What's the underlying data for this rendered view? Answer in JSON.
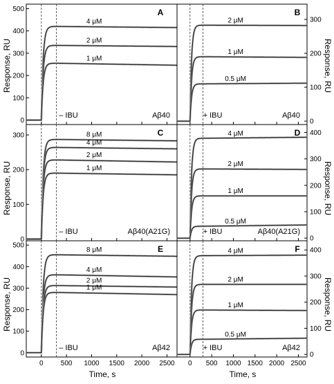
{
  "figure": {
    "xlabel": "Time, s",
    "left_ylabel": "Response, RU",
    "right_ylabel": "Response, RU"
  },
  "chart_data": [
    {
      "type": "line",
      "panel": "A",
      "ylabel": "Response, RU",
      "xlabel": "",
      "xlim": [
        -300,
        2700
      ],
      "ylim": [
        -20,
        520
      ],
      "xticks": [
        0,
        500,
        1000,
        1500,
        2000,
        2500
      ],
      "yticks": [
        0,
        100,
        200,
        300,
        400,
        500
      ],
      "condition": "– IBU",
      "peptide": "Aβ40",
      "series": [
        {
          "name": "4 μM",
          "plateau": 420,
          "end": 415
        },
        {
          "name": "2 μM",
          "plateau": 335,
          "end": 330
        },
        {
          "name": "1 μM",
          "plateau": 255,
          "end": 246
        }
      ]
    },
    {
      "type": "line",
      "panel": "B",
      "ylabel": "Response, RU",
      "xlabel": "",
      "xlim": [
        -300,
        2700
      ],
      "ylim": [
        -10,
        345
      ],
      "xticks": [
        0,
        500,
        1000,
        1500,
        2000,
        2500
      ],
      "yticks": [
        0,
        100,
        200,
        300
      ],
      "condition": "+ IBU",
      "peptide": "Aβ40",
      "series": [
        {
          "name": "2 μM",
          "plateau": 283,
          "end": 282
        },
        {
          "name": "1 μM",
          "plateau": 190,
          "end": 188
        },
        {
          "name": "0.5 μM",
          "plateau": 110,
          "end": 112
        }
      ]
    },
    {
      "type": "line",
      "panel": "C",
      "ylabel": "Response, RU",
      "xlabel": "",
      "xlim": [
        -300,
        2700
      ],
      "ylim": [
        -5,
        330
      ],
      "xticks": [
        0,
        500,
        1000,
        1500,
        2000,
        2500
      ],
      "yticks": [
        0,
        100,
        200,
        300
      ],
      "condition": "– IBU",
      "peptide": "Aβ40(A21G)",
      "series": [
        {
          "name": "8 μM",
          "plateau": 287,
          "end": 283
        },
        {
          "name": "4 μM",
          "plateau": 264,
          "end": 260
        },
        {
          "name": "2 μM",
          "plateau": 228,
          "end": 222
        },
        {
          "name": "1 μM",
          "plateau": 190,
          "end": 185
        }
      ]
    },
    {
      "type": "line",
      "panel": "D",
      "ylabel": "Response, RU",
      "xlabel": "",
      "xlim": [
        -300,
        2700
      ],
      "ylim": [
        -10,
        430
      ],
      "xticks": [
        0,
        500,
        1000,
        1500,
        2000,
        2500
      ],
      "yticks": [
        0,
        100,
        200,
        300,
        400
      ],
      "condition": "+ IBU",
      "peptide": "Aβ40(A21G)",
      "series": [
        {
          "name": "4 μM",
          "plateau": 378,
          "end": 382
        },
        {
          "name": "2 μM",
          "plateau": 262,
          "end": 260
        },
        {
          "name": "1 μM",
          "plateau": 160,
          "end": 160
        },
        {
          "name": "0.5 μM",
          "plateau": 45,
          "end": 50
        }
      ]
    },
    {
      "type": "line",
      "panel": "E",
      "ylabel": "Response, RU",
      "xlabel": "Time, s",
      "xlim": [
        -300,
        2700
      ],
      "ylim": [
        -20,
        520
      ],
      "xticks": [
        0,
        500,
        1000,
        1500,
        2000,
        2500
      ],
      "yticks": [
        0,
        100,
        200,
        300,
        400,
        500
      ],
      "condition": "– IBU",
      "peptide": "Aβ42",
      "series": [
        {
          "name": "8 μM",
          "plateau": 455,
          "end": 448
        },
        {
          "name": "4 μM",
          "plateau": 362,
          "end": 352
        },
        {
          "name": "2 μM",
          "plateau": 312,
          "end": 305
        },
        {
          "name": "1 μM",
          "plateau": 280,
          "end": 270
        }
      ]
    },
    {
      "type": "line",
      "panel": "F",
      "ylabel": "Response, RU",
      "xlabel": "Time, s",
      "xlim": [
        -300,
        2700
      ],
      "ylim": [
        -10,
        435
      ],
      "xticks": [
        0,
        500,
        1000,
        1500,
        2000,
        2500
      ],
      "yticks": [
        0,
        100,
        200,
        300,
        400
      ],
      "condition": "+ IBU",
      "peptide": "Aβ42",
      "series": [
        {
          "name": "4 μM",
          "plateau": 378,
          "end": 380
        },
        {
          "name": "2 μM",
          "plateau": 268,
          "end": 268
        },
        {
          "name": "1 μM",
          "plateau": 170,
          "end": 168
        },
        {
          "name": "0.5 μM",
          "plateau": 58,
          "end": 62
        }
      ]
    }
  ],
  "dashed_lines_at_time": [
    0,
    300
  ],
  "colors": {
    "fit": "#1a1a1a",
    "data": "#9a9a9a",
    "frame": "#000000"
  }
}
